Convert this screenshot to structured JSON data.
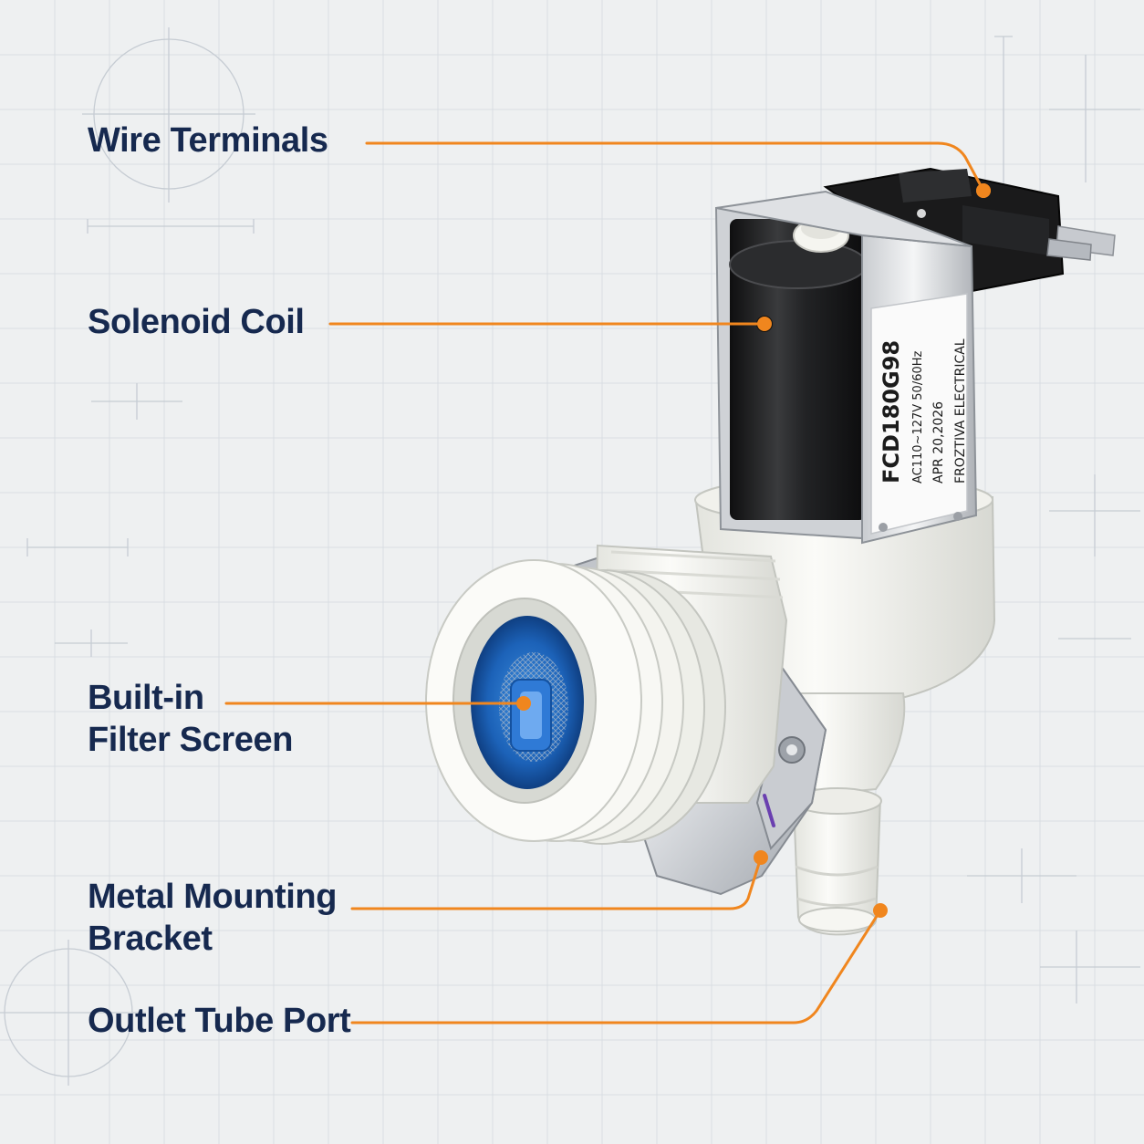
{
  "callouts": {
    "wire_terminals": "Wire Terminals",
    "solenoid_coil": "Solenoid Coil",
    "filter_screen_line1": "Built-in",
    "filter_screen_line2": "Filter Screen",
    "bracket_line1": "Metal Mounting",
    "bracket_line2": "Bracket",
    "outlet_port": "Outlet Tube Port"
  },
  "product_label": {
    "model": "FCD180G98",
    "rating": "AC110~127V   50/60Hz",
    "date": "APR 20,2026",
    "maker": "FROZTIVA ELECTRICAL"
  },
  "colors": {
    "callout_text": "#16294f",
    "leader_line": "#f0861e",
    "background": "#eef0f1"
  }
}
